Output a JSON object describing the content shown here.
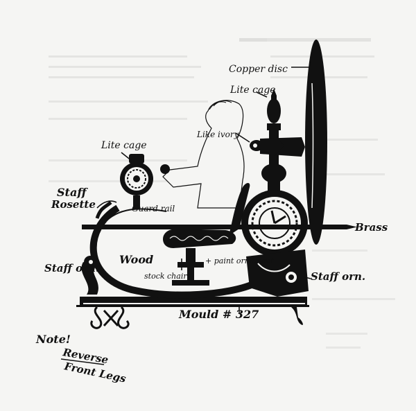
{
  "labels": {
    "copper_disc": "Copper disc",
    "lite_cage_top": "Lite cage",
    "like_ivory": "Like ivory",
    "lite_cage_left": "Lite cage",
    "staff": "Staff",
    "rosette": "Rosette",
    "guard_rail": "Guard rail",
    "brass": "Brass",
    "wood": "Wood",
    "stock_chair": "stock chair",
    "paint_ornament": "+ paint ornament",
    "staff_orn_left": "Staff orn.",
    "staff_orn_right": "Staff orn.",
    "mould": "Mould # 327",
    "note_1": "Note!",
    "note_2": "Reverse",
    "note_3": "Front Legs"
  },
  "colors": {
    "ink": "#111111",
    "paper": "#f5f5f3",
    "bleed": "#d9d9d6"
  }
}
